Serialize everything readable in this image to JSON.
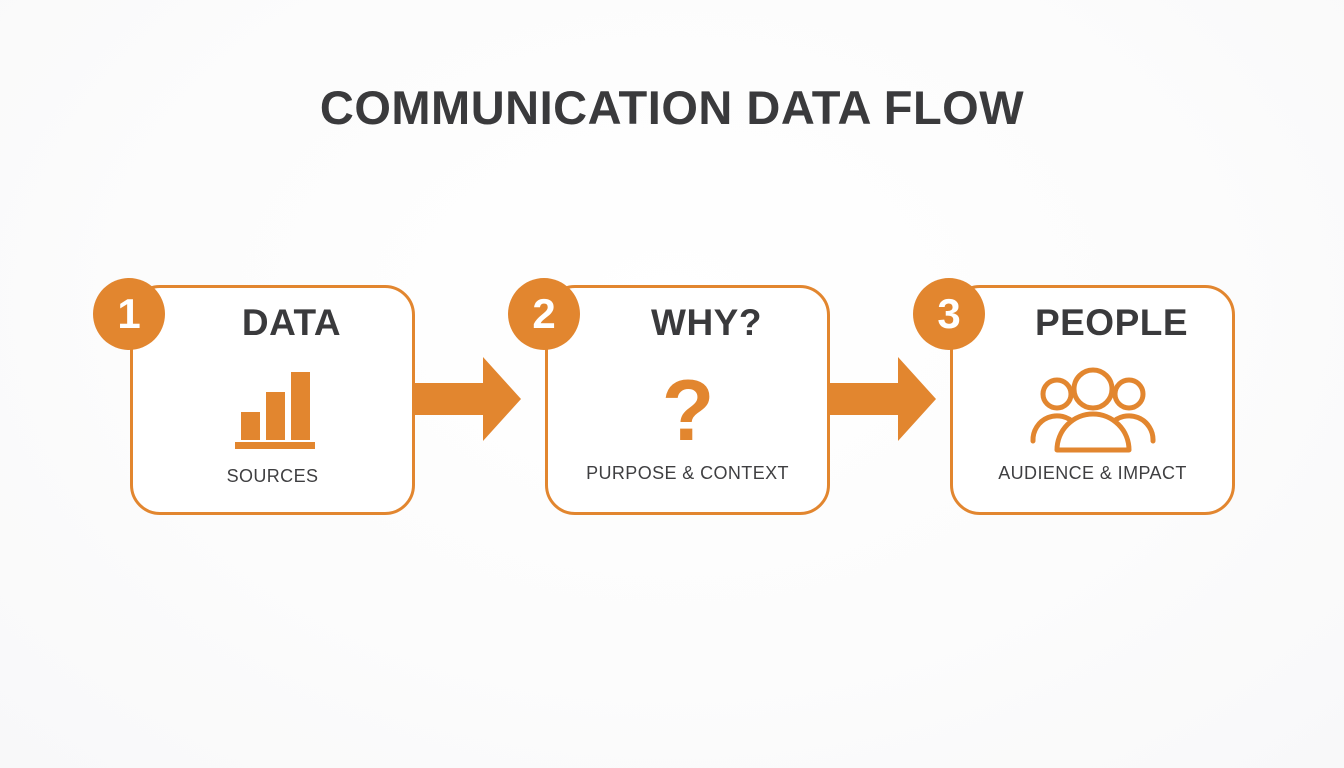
{
  "title": "COMMUNICATION DATA FLOW",
  "theme": {
    "accent": "#E2862F",
    "heading_color": "#3A3A3C",
    "background": "#FCFCFC",
    "card_background": "#FFFFFF"
  },
  "flow": {
    "steps": [
      {
        "number": "1",
        "heading": "DATA",
        "caption": "SOURCES",
        "icon": "bar-chart-icon"
      },
      {
        "number": "2",
        "heading": "WHY?",
        "caption": "PURPOSE & CONTEXT",
        "icon": "question-mark-icon",
        "icon_glyph": "?"
      },
      {
        "number": "3",
        "heading": "PEOPLE",
        "caption": "AUDIENCE & IMPACT",
        "icon": "people-group-icon"
      }
    ],
    "connectors": [
      {
        "name": "arrow-right-icon"
      },
      {
        "name": "arrow-right-icon"
      }
    ]
  }
}
